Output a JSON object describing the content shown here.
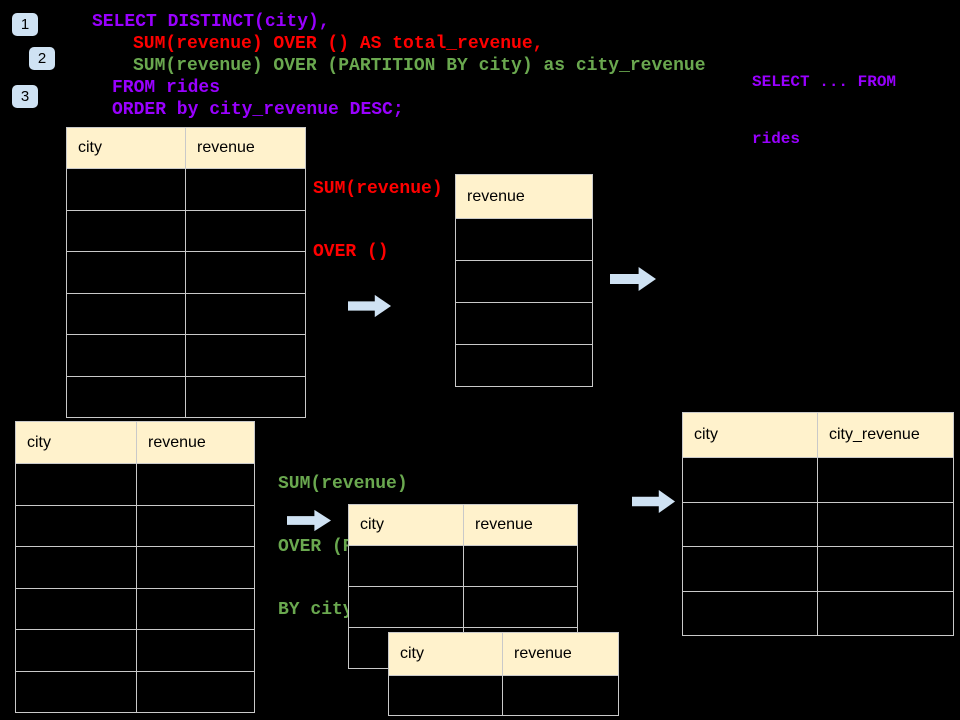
{
  "colors": {
    "bg": "#000000",
    "purple": "#9900ff",
    "red": "#ff0000",
    "green": "#6aa84f",
    "arrow_blue": "#cfe2f3",
    "header_cream": "#fff2cc",
    "table_border": "#c9c9c9"
  },
  "step_badges": [
    "1",
    "2",
    "3"
  ],
  "code": {
    "lines": [
      {
        "text": "SELECT DISTINCT(city),",
        "color": "purple"
      },
      {
        "text": "SUM(revenue) OVER () AS total_revenue,",
        "color": "red"
      },
      {
        "text": "SUM(revenue) OVER (PARTITION BY city) as city_revenue",
        "color": "green"
      },
      {
        "text": "FROM rides",
        "color": "purple"
      },
      {
        "text": "ORDER by city_revenue DESC;",
        "color": "purple"
      }
    ]
  },
  "side_note": {
    "line1": "SELECT ... FROM",
    "line2": "rides"
  },
  "annotations": {
    "total_label": {
      "line1": "SUM(revenue)",
      "line2": "OVER ()"
    },
    "partition_label": {
      "line1": "SUM(revenue)",
      "line2": "OVER (PARTITION",
      "line3": "BY city)"
    }
  },
  "tables": {
    "source_top": {
      "headers": [
        "city",
        "revenue"
      ],
      "empty_rows": 6
    },
    "total_result": {
      "headers": [
        "revenue"
      ],
      "empty_rows": 4
    },
    "source_bottom": {
      "headers": [
        "city",
        "revenue"
      ],
      "empty_rows": 6
    },
    "partition_mid": {
      "headers": [
        "city",
        "revenue"
      ],
      "empty_rows": 3
    },
    "final_result": {
      "headers": [
        "city",
        "city_revenue"
      ],
      "empty_rows": 4
    },
    "partition_overlay": {
      "headers": [
        "city",
        "revenue"
      ],
      "empty_rows": 1
    }
  }
}
